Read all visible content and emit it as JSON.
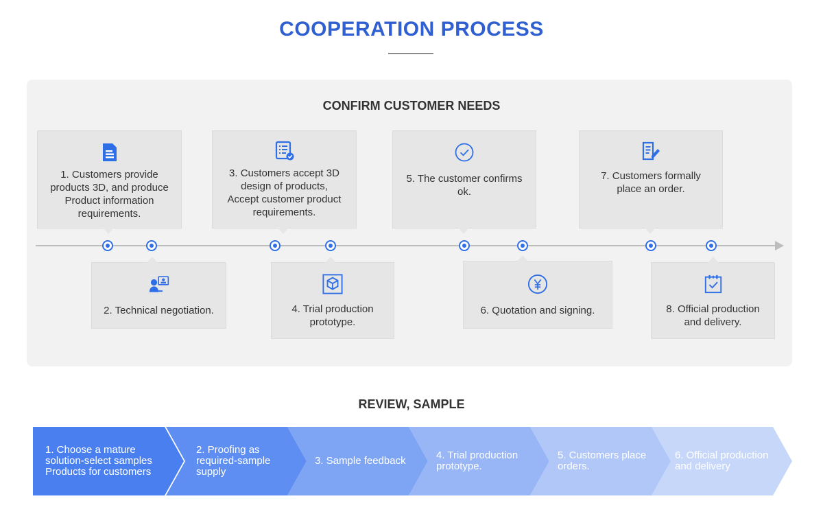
{
  "header": {
    "title": "COOPERATION PROCESS"
  },
  "confirm_section": {
    "title": "CONFIRM CUSTOMER NEEDS",
    "steps": [
      {
        "label": "1. Customers provide\nproducts 3D, and produce\nProduct information\nrequirements.",
        "icon": "document-icon"
      },
      {
        "label": "2. Technical negotiation.",
        "icon": "meeting-icon"
      },
      {
        "label": "3. Customers accept 3D\ndesign of products,\nAccept customer product\nrequirements.",
        "icon": "checklist-icon"
      },
      {
        "label": "4. Trial production\nprototype.",
        "icon": "box-icon"
      },
      {
        "label": "5. The customer confirms\nok.",
        "icon": "check-circle-icon"
      },
      {
        "label": "6. Quotation and signing.",
        "icon": "yen-icon"
      },
      {
        "label": "7. Customers formally\nplace an order.",
        "icon": "edit-document-icon"
      },
      {
        "label": "8. Official production\nand delivery.",
        "icon": "calendar-check-icon"
      }
    ]
  },
  "review_section": {
    "title": "REVIEW, SAMPLE",
    "steps": [
      {
        "label": "1. Choose a mature\nsolution-select samples\nProducts for customers",
        "color": "#4a7ff0"
      },
      {
        "label": "2. Proofing as\nrequired-sample\nsupply",
        "color": "#5e8ef2"
      },
      {
        "label": "3. Sample feedback",
        "color": "#7ea4f4"
      },
      {
        "label": "4. Trial production\nprototype.",
        "color": "#98b6f6"
      },
      {
        "label": "5. Customers place\norders.",
        "color": "#b0c7f8"
      },
      {
        "label": "6. Official production\nand delivery",
        "color": "#c7d7fa"
      }
    ]
  },
  "colors": {
    "accent": "#2f5fd0",
    "dot": "#2f6fe6",
    "panel": "#f2f2f2",
    "card": "#e6e6e6"
  }
}
